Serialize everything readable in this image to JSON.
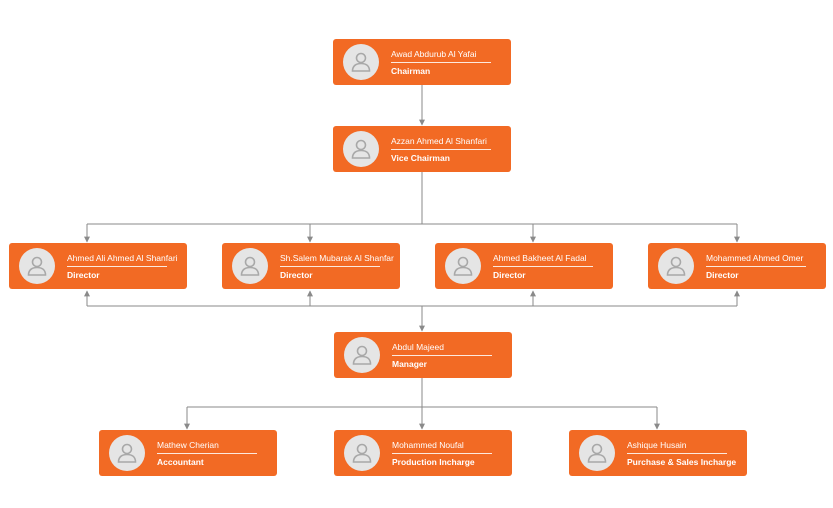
{
  "colors": {
    "card": "#f26a24",
    "avatar_bg": "#e5e5e5",
    "avatar_icon": "#a8a8a8",
    "connector": "#8a8a8a"
  },
  "people": [
    {
      "name": "Awad Abdurub Al Yafai",
      "role": "Chairman",
      "icon": "person-icon"
    },
    {
      "name": "Azzan Ahmed Al Shanfari",
      "role": "Vice Chairman",
      "icon": "person-icon"
    },
    {
      "name": "Ahmed Ali Ahmed Al Shanfari",
      "role": "Director",
      "icon": "person-icon"
    },
    {
      "name": "Sh.Salem Mubarak Al Shanfari",
      "role": "Director",
      "icon": "person-icon"
    },
    {
      "name": "Ahmed Bakheet Al Fadal",
      "role": "Director",
      "icon": "person-icon"
    },
    {
      "name": "Mohammed Ahmed Omer",
      "role": "Director",
      "icon": "person-icon"
    },
    {
      "name": "Abdul Majeed",
      "role": "Manager",
      "icon": "person-icon"
    },
    {
      "name": "Mathew Cherian",
      "role": "Accountant",
      "icon": "person-icon"
    },
    {
      "name": "Mohammed Noufal",
      "role": "Production Incharge",
      "icon": "person-icon"
    },
    {
      "name": "Ashique Husain",
      "role": "Purchase & Sales Incharge",
      "icon": "person-icon"
    }
  ]
}
